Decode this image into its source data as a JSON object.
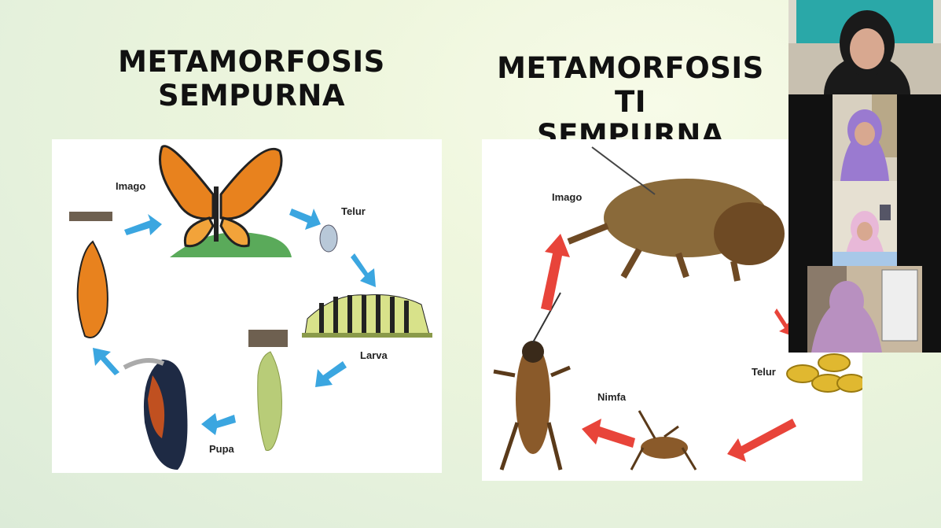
{
  "slide": {
    "title_left": "METAMORFOSIS\nSEMPURNA",
    "title_right": "METAMORFOSIS TI\nSEMPURNA",
    "left_diagram": {
      "stages": [
        "Imago",
        "Telur",
        "Larva",
        "Pupa"
      ]
    },
    "right_diagram": {
      "stages": [
        "Imago",
        "Telur",
        "Nimfa"
      ]
    }
  },
  "participants": {
    "count": 4
  },
  "colors": {
    "blue_arrow": "#3ba6e0",
    "red_arrow": "#e8443a",
    "butterfly_orange": "#e8821e",
    "video_bg": "#111111"
  }
}
